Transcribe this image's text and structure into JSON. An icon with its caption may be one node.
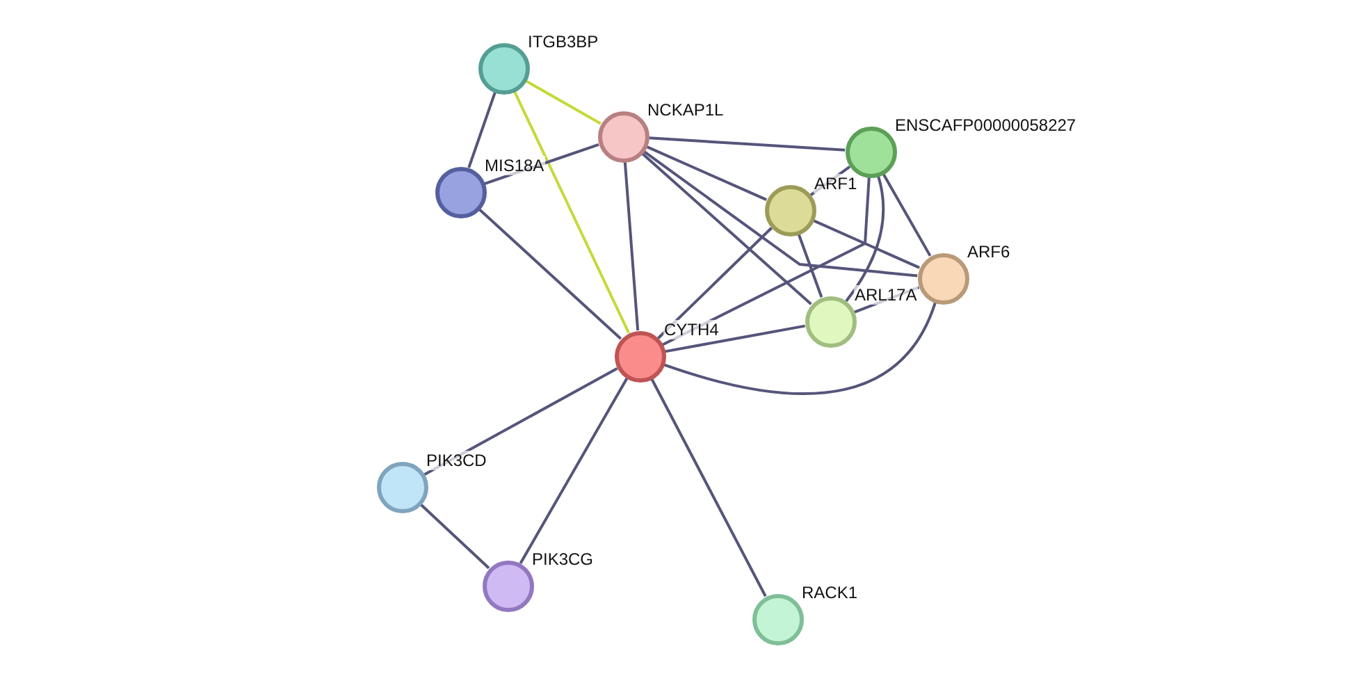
{
  "diagram": {
    "nodes": [
      {
        "text": [
          "ITGB3BP"
        ]
      },
      {
        "text": [
          "NCKAP1L"
        ]
      },
      {
        "text": [
          "MIS18A"
        ]
      },
      {
        "text": [
          "ENSCAFP00000058227"
        ]
      },
      {
        "text": [
          "ARF1"
        ]
      },
      {
        "text": [
          "ARF6"
        ]
      },
      {
        "text": [
          "ARL17A"
        ]
      },
      {
        "text": [
          "CYTH4"
        ]
      },
      {
        "text": [
          "PIK3CD"
        ]
      },
      {
        "text": [
          "PIK3CG"
        ]
      },
      {
        "text": [
          "RACK1"
        ]
      }
    ],
    "edges": [
      {
        "from": 0,
        "to": 2,
        "arrow": "none"
      },
      {
        "from": 0,
        "to": 1,
        "arrow": "none",
        "color": "#c5d93a"
      },
      {
        "from": 0,
        "to": 7,
        "arrow": "none",
        "color": "#c5d93a"
      },
      {
        "from": 2,
        "to": 1,
        "arrow": "none"
      },
      {
        "from": 2,
        "to": 7,
        "arrow": "none"
      },
      {
        "from": 1,
        "to": 7,
        "arrow": "none"
      },
      {
        "from": 1,
        "to": 3,
        "arrow": "none"
      },
      {
        "from": 1,
        "to": 4,
        "arrow": "none"
      },
      {
        "from": 1,
        "to": 5,
        "arrow": "none"
      },
      {
        "from": 1,
        "to": 6,
        "arrow": "none"
      },
      {
        "from": 3,
        "to": 4,
        "arrow": "none"
      },
      {
        "from": 3,
        "to": 5,
        "arrow": "none"
      },
      {
        "from": 3,
        "to": 6,
        "arrow": "none"
      },
      {
        "from": 3,
        "to": 7,
        "arrow": "none"
      },
      {
        "from": 4,
        "to": 5,
        "arrow": "none"
      },
      {
        "from": 4,
        "to": 6,
        "arrow": "none"
      },
      {
        "from": 4,
        "to": 7,
        "arrow": "none"
      },
      {
        "from": 5,
        "to": 6,
        "arrow": "none"
      },
      {
        "from": 5,
        "to": 7,
        "arrow": "none"
      },
      {
        "from": 6,
        "to": 7,
        "arrow": "none"
      },
      {
        "from": 7,
        "to": 8,
        "arrow": "none"
      },
      {
        "from": 7,
        "to": 9,
        "arrow": "none"
      },
      {
        "from": 7,
        "to": 10,
        "arrow": "none"
      },
      {
        "from": 8,
        "to": 9,
        "arrow": "none"
      }
    ]
  }
}
